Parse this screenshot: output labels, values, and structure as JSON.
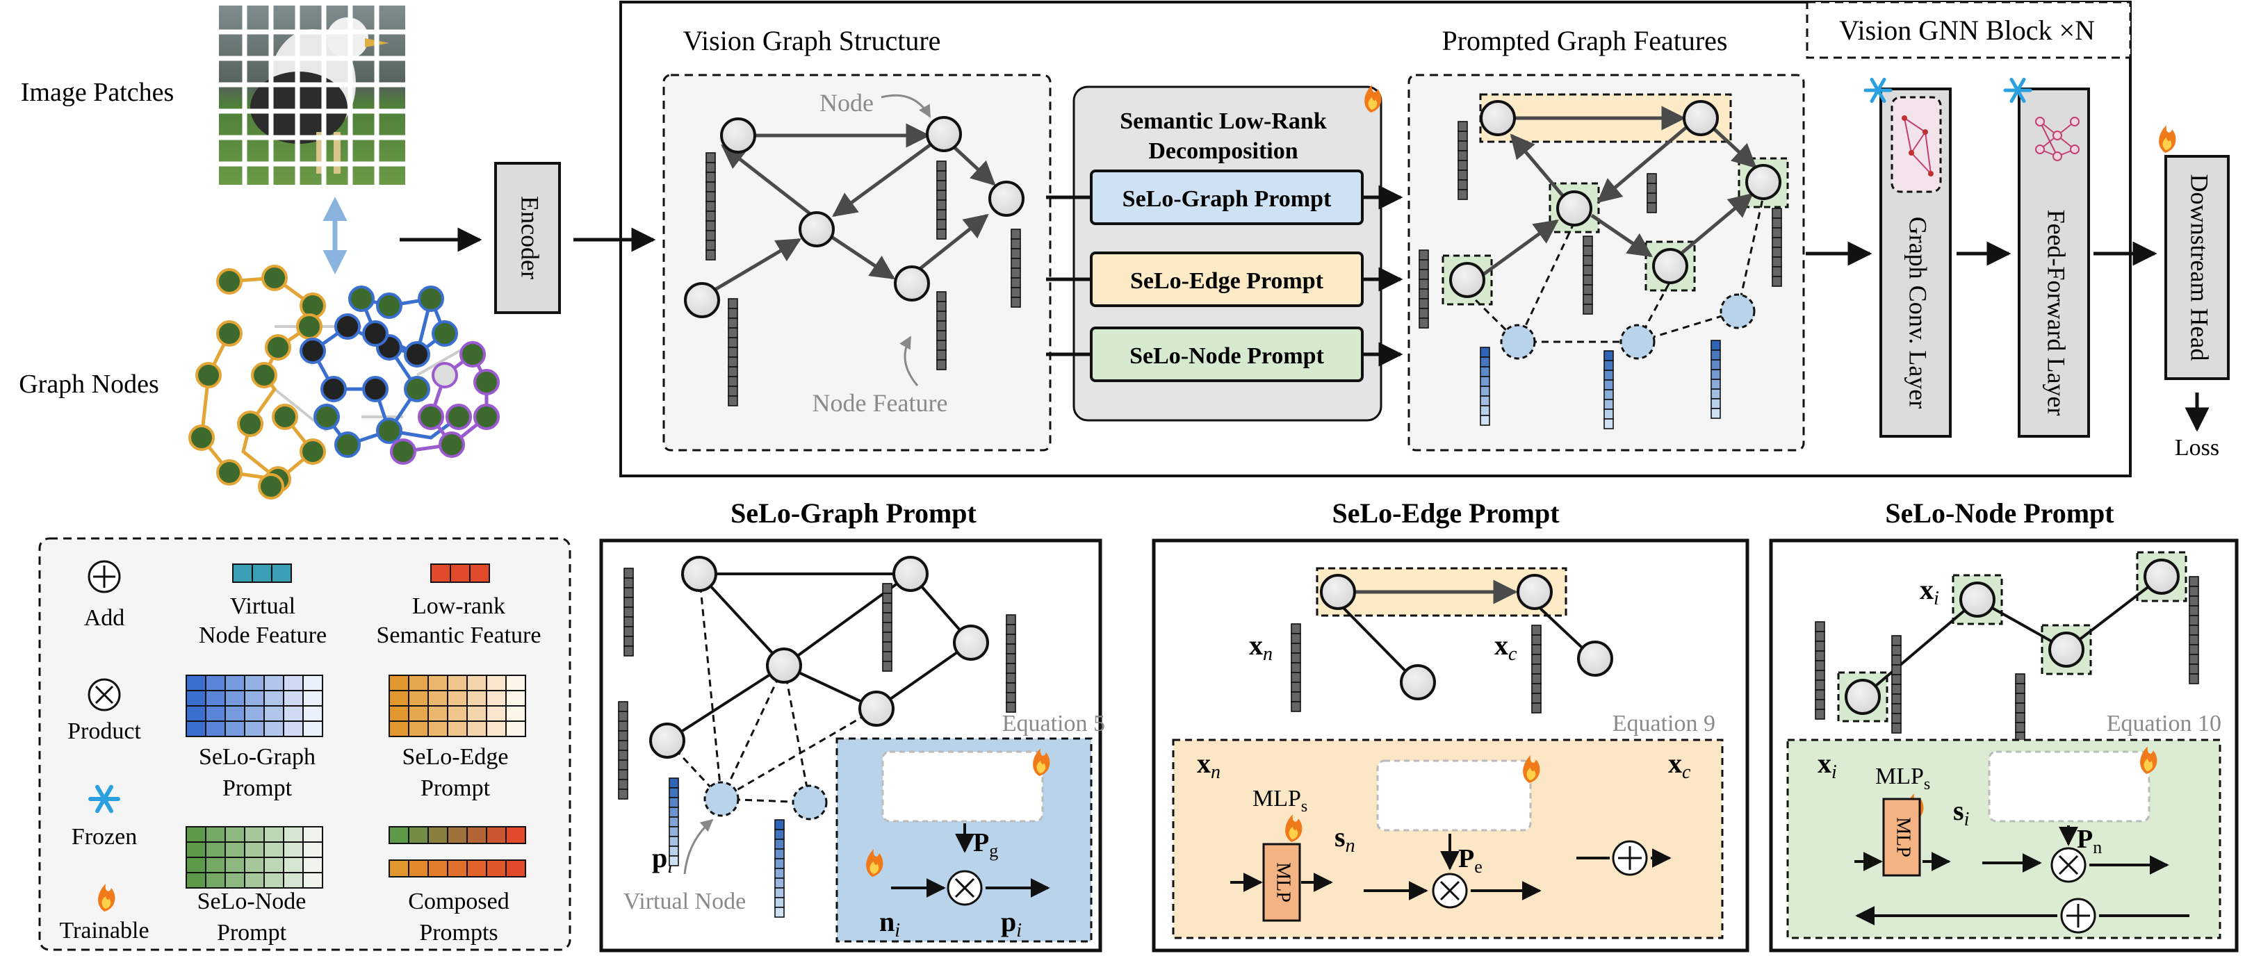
{
  "labels": {
    "image_patches": "Image Patches",
    "graph_nodes": "Graph Nodes",
    "encoder": "Encoder",
    "vision_graph_structure": "Vision Graph Structure",
    "node": "Node",
    "node_feature": "Node Feature",
    "sld_title_1": "Semantic Low-Rank",
    "sld_title_2": "Decomposition",
    "prompted_graph_features": "Prompted Graph Features",
    "vision_gnn_block": "Vision GNN Block ×N",
    "graph_conv_layer": "Graph Conv. Layer",
    "feed_forward_layer": "Feed-Forward Layer",
    "downstream_head": "Downstream Head",
    "loss": "Loss"
  },
  "prompts": {
    "graph": "SeLo-Graph Prompt",
    "edge": "SeLo-Edge Prompt",
    "node": "SeLo-Node Prompt"
  },
  "legend": {
    "add": "Add",
    "product": "Product",
    "frozen": "Frozen",
    "trainable": "Trainable",
    "virtual_1": "Virtual",
    "virtual_2": "Node Feature",
    "lowrank_1": "Low-rank",
    "lowrank_2": "Semantic Feature",
    "graph_prompt_1": "SeLo-Graph",
    "graph_prompt_2": "Prompt",
    "edge_prompt_1": "SeLo-Edge",
    "edge_prompt_2": "Prompt",
    "node_prompt_1": "SeLo-Node",
    "node_prompt_2": "Prompt",
    "composed_1": "Composed",
    "composed_2": "Prompts"
  },
  "panels": {
    "graph_title": "SeLo-Graph Prompt",
    "edge_title": "SeLo-Edge Prompt",
    "node_title": "SeLo-Node Prompt",
    "eq5": "Equation 5",
    "eq9": "Equation 9",
    "eq10": "Equation 10",
    "virtual_node": "Virtual Node"
  },
  "math": {
    "p": "p",
    "i": "i",
    "n": "n",
    "c": "c",
    "x": "x",
    "s": "s",
    "P": "P",
    "g": "g",
    "e": "e",
    "mlp": "MLP",
    "mlp_s": "s"
  },
  "colors": {
    "virtual": "#3a9fb5",
    "lowrank": "#e04a2a",
    "graph_prompt": "#3a6fd0",
    "edge_prompt": "#e2962e",
    "node_prompt": "#5c9a4a",
    "graph_panel_bg": "#b9d3ea",
    "edge_panel_bg": "#fbe7c6",
    "node_panel_bg": "#dbecd2",
    "edge_prompt_box": "#fdebc8",
    "graph_prompt_box": "#cfe2f3",
    "node_prompt_box": "#d6ead0"
  }
}
